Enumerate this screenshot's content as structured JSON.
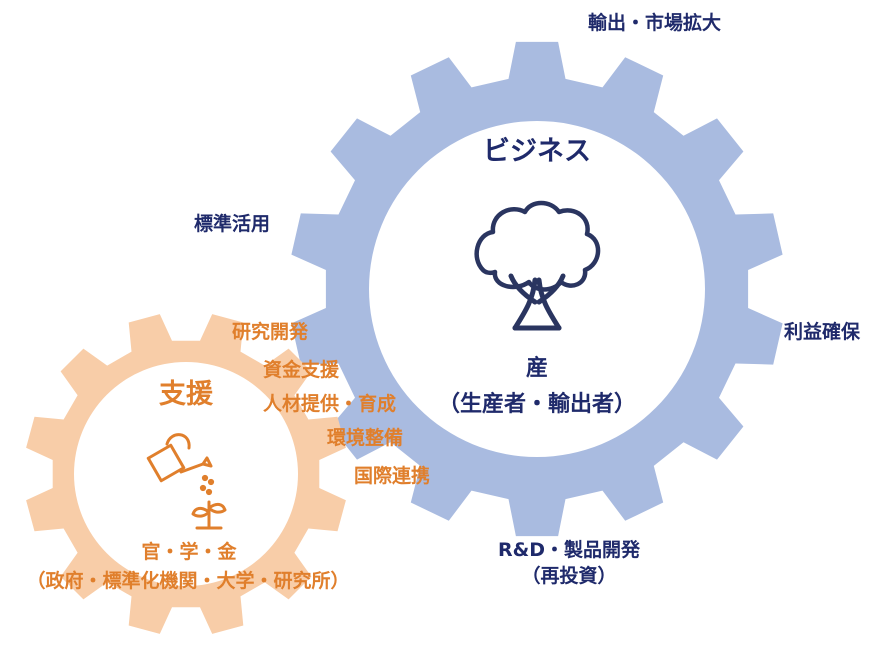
{
  "colors": {
    "big_gear": "#a9bbe0",
    "small_gear": "#f8cda8",
    "navy_text": "#1f2a6b",
    "orange_text": "#e07f2c",
    "tree_icon": "#2a3560",
    "watering_icon": "#e07f2c"
  },
  "business_gear": {
    "title": "ビジネス",
    "icon": "tree-icon",
    "actor_line1": "産",
    "actor_line2": "（生産者・輸出者）"
  },
  "support_gear": {
    "title": "支援",
    "icon": "watering-can-sprout-icon",
    "actor_line1": "官・学・金",
    "actor_line2": "（政府・標準化機関・大学・研究所）"
  },
  "outer_labels": {
    "export": "輸出・市場拡大",
    "standards": "標準活用",
    "profit": "利益確保",
    "rnd_line1": "R&D・製品開発",
    "rnd_line2": "（再投資）"
  },
  "support_items": [
    "研究開発",
    "資金支援",
    "人材提供・育成",
    "環境整備",
    "国際連携"
  ]
}
